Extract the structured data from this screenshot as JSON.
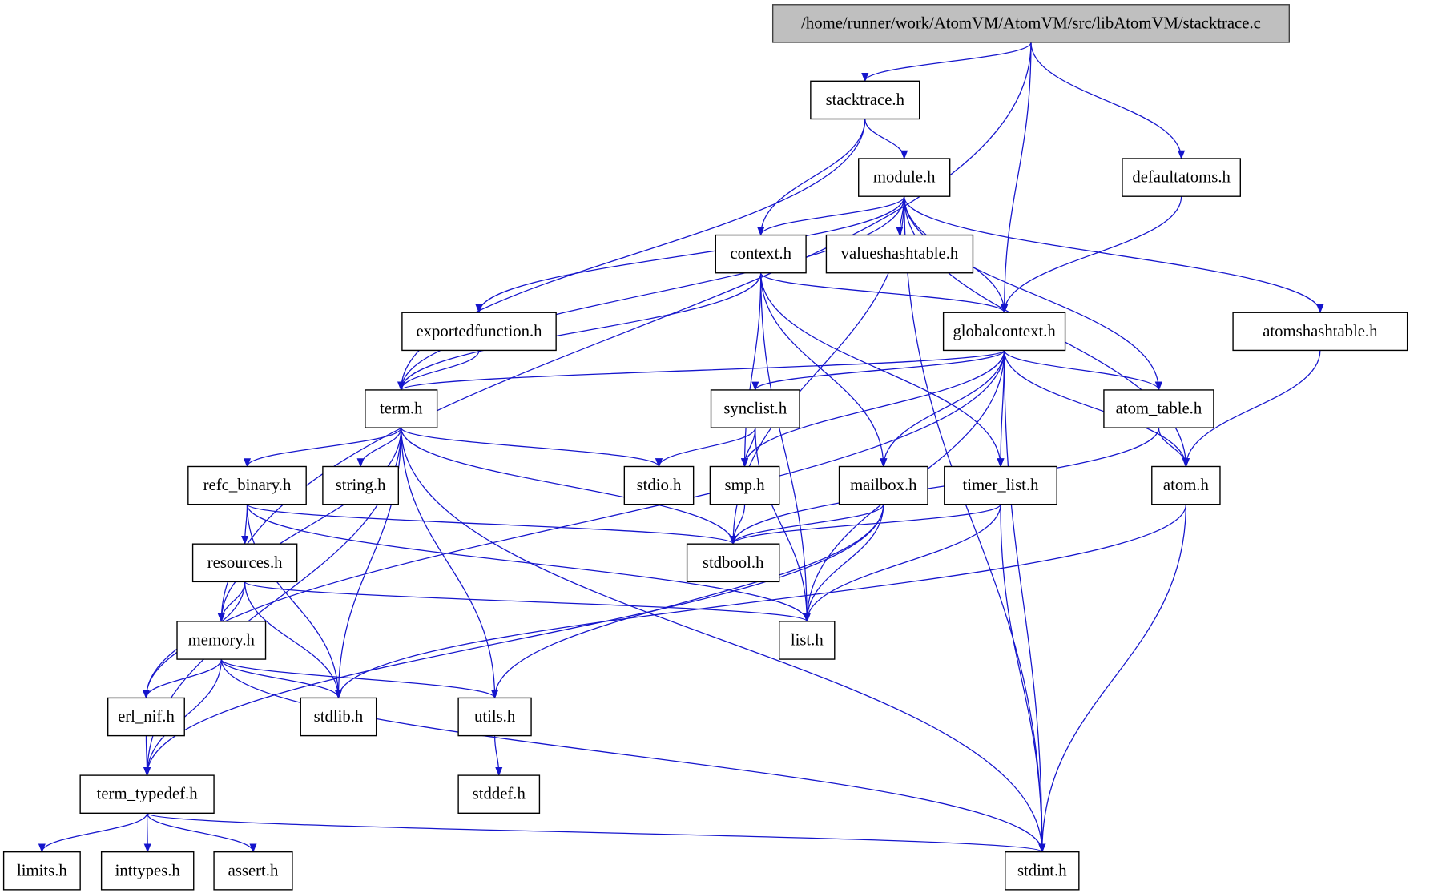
{
  "title": "/home/runner/work/AtomVM/AtomVM/src/libAtomVM/stacktrace.c",
  "colors": {
    "edge": "#1515cc",
    "root_fill": "#bfbfbf",
    "node_fill": "#ffffff"
  },
  "nodes": [
    {
      "id": "stacktrace_c",
      "label": "/home/runner/work/AtomVM/AtomVM/src/libAtomVM/stacktrace.c",
      "root": true
    },
    {
      "id": "stacktrace_h",
      "label": "stacktrace.h"
    },
    {
      "id": "module_h",
      "label": "module.h"
    },
    {
      "id": "defaultatoms_h",
      "label": "defaultatoms.h"
    },
    {
      "id": "context_h",
      "label": "context.h"
    },
    {
      "id": "valueshashtable_h",
      "label": "valueshashtable.h"
    },
    {
      "id": "exportedfunction_h",
      "label": "exportedfunction.h"
    },
    {
      "id": "globalcontext_h",
      "label": "globalcontext.h"
    },
    {
      "id": "atomshashtable_h",
      "label": "atomshashtable.h"
    },
    {
      "id": "term_h",
      "label": "term.h"
    },
    {
      "id": "synclist_h",
      "label": "synclist.h"
    },
    {
      "id": "atom_table_h",
      "label": "atom_table.h"
    },
    {
      "id": "refc_binary_h",
      "label": "refc_binary.h"
    },
    {
      "id": "string_h",
      "label": "string.h"
    },
    {
      "id": "stdio_h",
      "label": "stdio.h"
    },
    {
      "id": "smp_h",
      "label": "smp.h"
    },
    {
      "id": "mailbox_h",
      "label": "mailbox.h"
    },
    {
      "id": "timer_list_h",
      "label": "timer_list.h"
    },
    {
      "id": "atom_h",
      "label": "atom.h"
    },
    {
      "id": "resources_h",
      "label": "resources.h"
    },
    {
      "id": "stdbool_h",
      "label": "stdbool.h"
    },
    {
      "id": "memory_h",
      "label": "memory.h"
    },
    {
      "id": "list_h",
      "label": "list.h"
    },
    {
      "id": "erl_nif_h",
      "label": "erl_nif.h"
    },
    {
      "id": "stdlib_h",
      "label": "stdlib.h"
    },
    {
      "id": "utils_h",
      "label": "utils.h"
    },
    {
      "id": "term_typedef_h",
      "label": "term_typedef.h"
    },
    {
      "id": "stddef_h",
      "label": "stddef.h"
    },
    {
      "id": "limits_h",
      "label": "limits.h"
    },
    {
      "id": "inttypes_h",
      "label": "inttypes.h"
    },
    {
      "id": "assert_h",
      "label": "assert.h"
    },
    {
      "id": "stdint_h",
      "label": "stdint.h"
    }
  ],
  "edges": [
    [
      "stacktrace_c",
      "stacktrace_h"
    ],
    [
      "stacktrace_c",
      "globalcontext_h"
    ],
    [
      "stacktrace_c",
      "defaultatoms_h"
    ],
    [
      "stacktrace_c",
      "memory_h"
    ],
    [
      "stacktrace_h",
      "module_h"
    ],
    [
      "stacktrace_h",
      "context_h"
    ],
    [
      "stacktrace_h",
      "term_h"
    ],
    [
      "module_h",
      "context_h"
    ],
    [
      "module_h",
      "valueshashtable_h"
    ],
    [
      "module_h",
      "globalcontext_h"
    ],
    [
      "module_h",
      "atom_table_h"
    ],
    [
      "module_h",
      "atom_h"
    ],
    [
      "module_h",
      "atomshashtable_h"
    ],
    [
      "module_h",
      "stdint_h"
    ],
    [
      "module_h",
      "exportedfunction_h"
    ],
    [
      "module_h",
      "term_h"
    ],
    [
      "module_h",
      "stdbool_h"
    ],
    [
      "defaultatoms_h",
      "globalcontext_h"
    ],
    [
      "context_h",
      "globalcontext_h"
    ],
    [
      "context_h",
      "term_h"
    ],
    [
      "context_h",
      "list_h"
    ],
    [
      "context_h",
      "smp_h"
    ],
    [
      "context_h",
      "mailbox_h"
    ],
    [
      "context_h",
      "timer_list_h"
    ],
    [
      "globalcontext_h",
      "term_h"
    ],
    [
      "globalcontext_h",
      "synclist_h"
    ],
    [
      "globalcontext_h",
      "smp_h"
    ],
    [
      "globalcontext_h",
      "mailbox_h"
    ],
    [
      "globalcontext_h",
      "timer_list_h"
    ],
    [
      "globalcontext_h",
      "list_h"
    ],
    [
      "globalcontext_h",
      "atom_h"
    ],
    [
      "globalcontext_h",
      "atom_table_h"
    ],
    [
      "globalcontext_h",
      "stdint_h"
    ],
    [
      "globalcontext_h",
      "erl_nif_h"
    ],
    [
      "atomshashtable_h",
      "atom_h"
    ],
    [
      "exportedfunction_h",
      "term_h"
    ],
    [
      "term_h",
      "refc_binary_h"
    ],
    [
      "term_h",
      "string_h"
    ],
    [
      "term_h",
      "stdio_h"
    ],
    [
      "term_h",
      "stdbool_h"
    ],
    [
      "term_h",
      "utils_h"
    ],
    [
      "term_h",
      "stdint_h"
    ],
    [
      "term_h",
      "memory_h"
    ],
    [
      "term_h",
      "term_typedef_h"
    ],
    [
      "term_h",
      "stdlib_h"
    ],
    [
      "synclist_h",
      "stdio_h"
    ],
    [
      "synclist_h",
      "smp_h"
    ],
    [
      "synclist_h",
      "list_h"
    ],
    [
      "atom_table_h",
      "atom_h"
    ],
    [
      "atom_table_h",
      "stdbool_h"
    ],
    [
      "refc_binary_h",
      "resources_h"
    ],
    [
      "refc_binary_h",
      "stdbool_h"
    ],
    [
      "refc_binary_h",
      "list_h"
    ],
    [
      "refc_binary_h",
      "stdlib_h"
    ],
    [
      "smp_h",
      "stdbool_h"
    ],
    [
      "mailbox_h",
      "stdbool_h"
    ],
    [
      "mailbox_h",
      "list_h"
    ],
    [
      "mailbox_h",
      "utils_h"
    ],
    [
      "mailbox_h",
      "term_typedef_h"
    ],
    [
      "timer_list_h",
      "stdbool_h"
    ],
    [
      "timer_list_h",
      "list_h"
    ],
    [
      "timer_list_h",
      "stdint_h"
    ],
    [
      "atom_h",
      "stdint_h"
    ],
    [
      "atom_h",
      "stdlib_h"
    ],
    [
      "resources_h",
      "memory_h"
    ],
    [
      "resources_h",
      "erl_nif_h"
    ],
    [
      "resources_h",
      "stdlib_h"
    ],
    [
      "resources_h",
      "list_h"
    ],
    [
      "memory_h",
      "erl_nif_h"
    ],
    [
      "memory_h",
      "stdlib_h"
    ],
    [
      "memory_h",
      "utils_h"
    ],
    [
      "memory_h",
      "term_typedef_h"
    ],
    [
      "memory_h",
      "stdint_h"
    ],
    [
      "erl_nif_h",
      "term_typedef_h"
    ],
    [
      "utils_h",
      "stddef_h"
    ],
    [
      "term_typedef_h",
      "limits_h"
    ],
    [
      "term_typedef_h",
      "inttypes_h"
    ],
    [
      "term_typedef_h",
      "assert_h"
    ],
    [
      "term_typedef_h",
      "stdint_h"
    ]
  ]
}
